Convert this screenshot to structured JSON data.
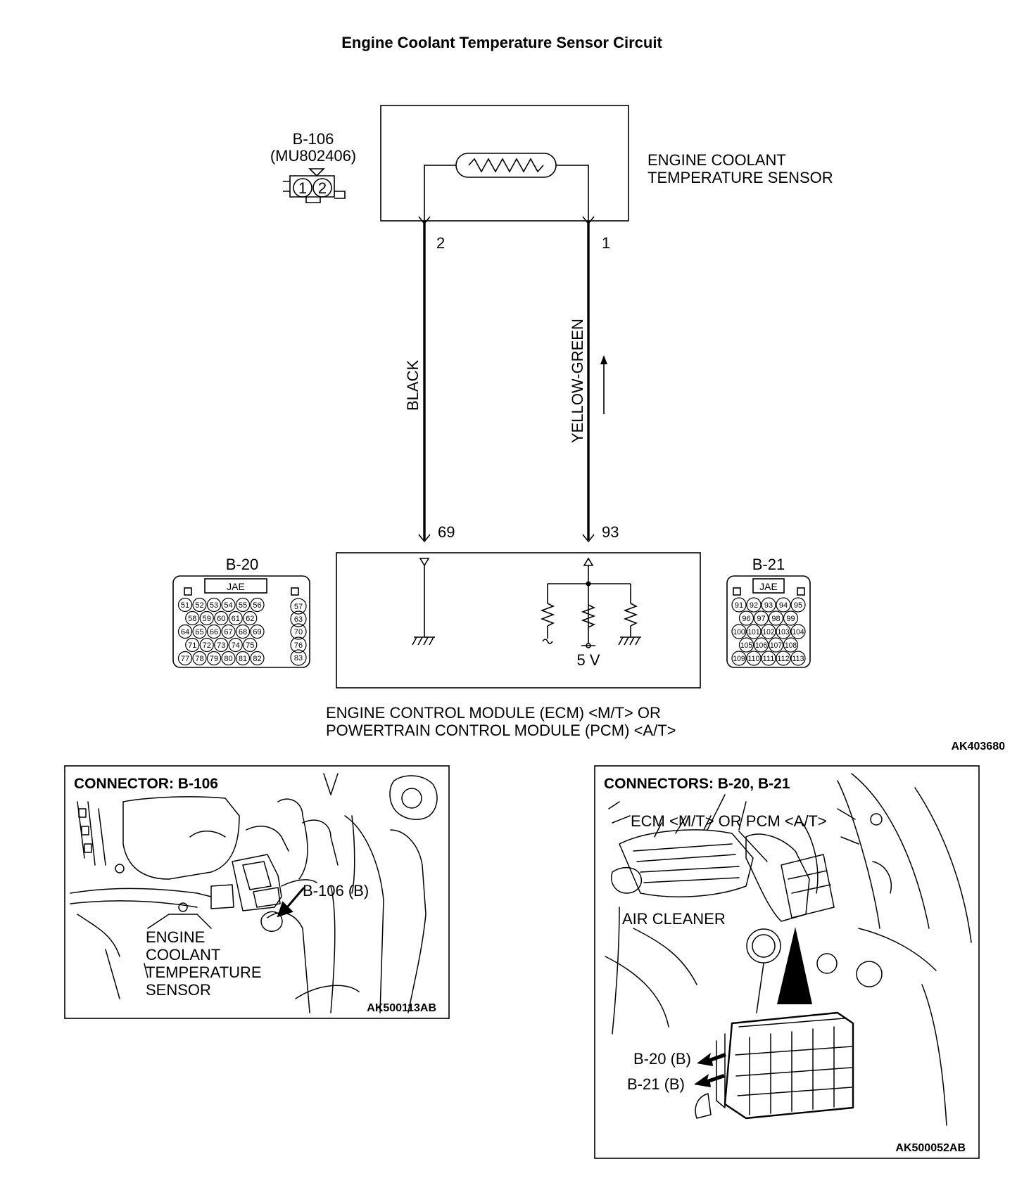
{
  "diagram": {
    "title": "Engine Coolant Temperature Sensor Circuit",
    "ref_code": "AK403680",
    "sensor": {
      "connector_id": "B-106",
      "part_number": "(MU802406)",
      "pins": [
        "1",
        "2"
      ],
      "name_line1": "ENGINE COOLANT",
      "name_line2": "TEMPERATURE SENSOR"
    },
    "wires": [
      {
        "sensor_pin": "2",
        "module_pin": "69",
        "color": "BLACK"
      },
      {
        "sensor_pin": "1",
        "module_pin": "93",
        "color": "YELLOW-GREEN"
      }
    ],
    "module": {
      "name_line1": "ENGINE CONTROL MODULE (ECM) <M/T> OR",
      "name_line2": "POWERTRAIN CONTROL MODULE (PCM) <A/T>",
      "supply_label": "5 V"
    },
    "connectors": [
      {
        "id": "B-20",
        "maker": "JAE",
        "rows": [
          [
            "51",
            "52",
            "53",
            "54",
            "55",
            "56"
          ],
          [
            "58",
            "59",
            "60",
            "61",
            "62"
          ],
          [
            "64",
            "65",
            "66",
            "67",
            "68",
            "69"
          ],
          [
            "71",
            "72",
            "73",
            "74",
            "75"
          ],
          [
            "77",
            "78",
            "79",
            "80",
            "81",
            "82"
          ]
        ],
        "side": [
          "57",
          "63",
          "70",
          "76",
          "83"
        ]
      },
      {
        "id": "B-21",
        "maker": "JAE",
        "rows": [
          [
            "91",
            "92",
            "93",
            "94",
            "95"
          ],
          [
            "96",
            "97",
            "98",
            "99"
          ],
          [
            "100",
            "101",
            "102",
            "103",
            "104"
          ],
          [
            "105",
            "106",
            "107",
            "108"
          ],
          [
            "109",
            "110",
            "111",
            "112",
            "113"
          ]
        ]
      }
    ]
  },
  "photo_left": {
    "title": "CONNECTOR: B-106",
    "callout": "B-106 (B)",
    "label_lines": [
      "ENGINE",
      "COOLANT",
      "TEMPERATURE",
      "SENSOR"
    ],
    "ref_code": "AK500113AB"
  },
  "photo_right": {
    "title": "CONNECTORS: B-20, B-21",
    "ecm_label": "ECM <M/T> OR PCM <A/T>",
    "air_cleaner_label": "AIR CLEANER",
    "callout_b20": "B-20 (B)",
    "callout_b21": "B-21 (B)",
    "ref_code": "AK500052AB"
  }
}
